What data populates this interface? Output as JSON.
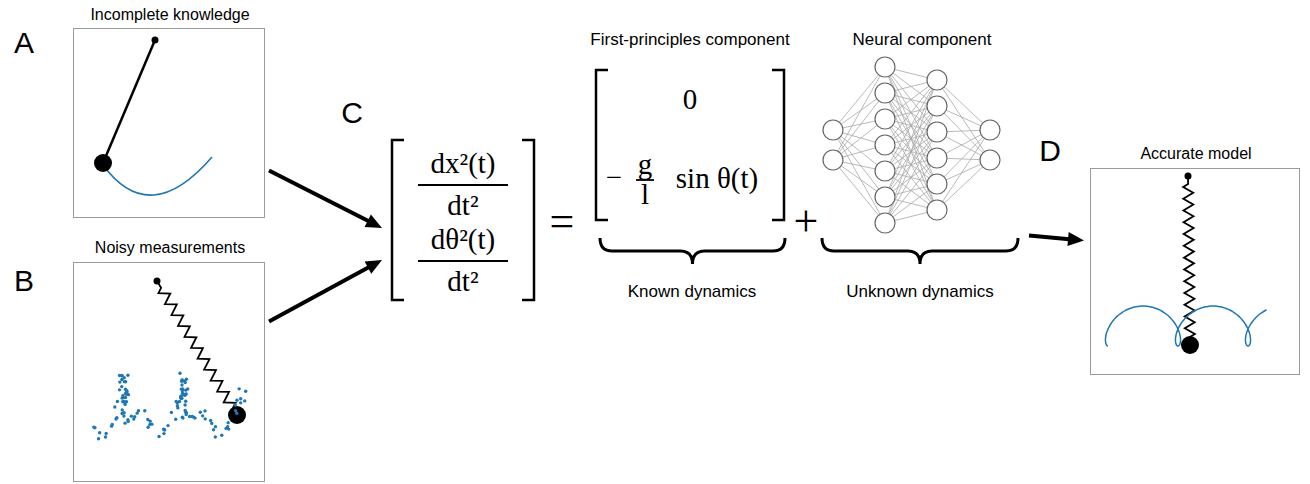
{
  "diagram": {
    "nodes": [
      {
        "text": [
          "Incomplete knowledge"
        ]
      },
      {
        "text": [
          "Noisy measurements"
        ]
      },
      {
        "text": [
          "dx²(t)",
          "dt²",
          "dθ²(t)",
          "dt²"
        ]
      },
      {
        "text": [
          "First-principles component",
          "0",
          "−",
          "g",
          "l",
          "sin θ(t)"
        ]
      },
      {
        "text": [
          "Neural component"
        ]
      },
      {
        "text": [
          "Accurate model"
        ]
      }
    ],
    "edges": [
      {
        "from": 0,
        "to": 2,
        "arrow": "to"
      },
      {
        "from": 1,
        "to": 2,
        "arrow": "to"
      },
      {
        "from": 4,
        "to": 5,
        "arrow": "to"
      }
    ],
    "labels": [
      "A",
      "B",
      "C",
      "D",
      "=",
      "+",
      "Known dynamics",
      "Unknown dynamics"
    ]
  }
}
